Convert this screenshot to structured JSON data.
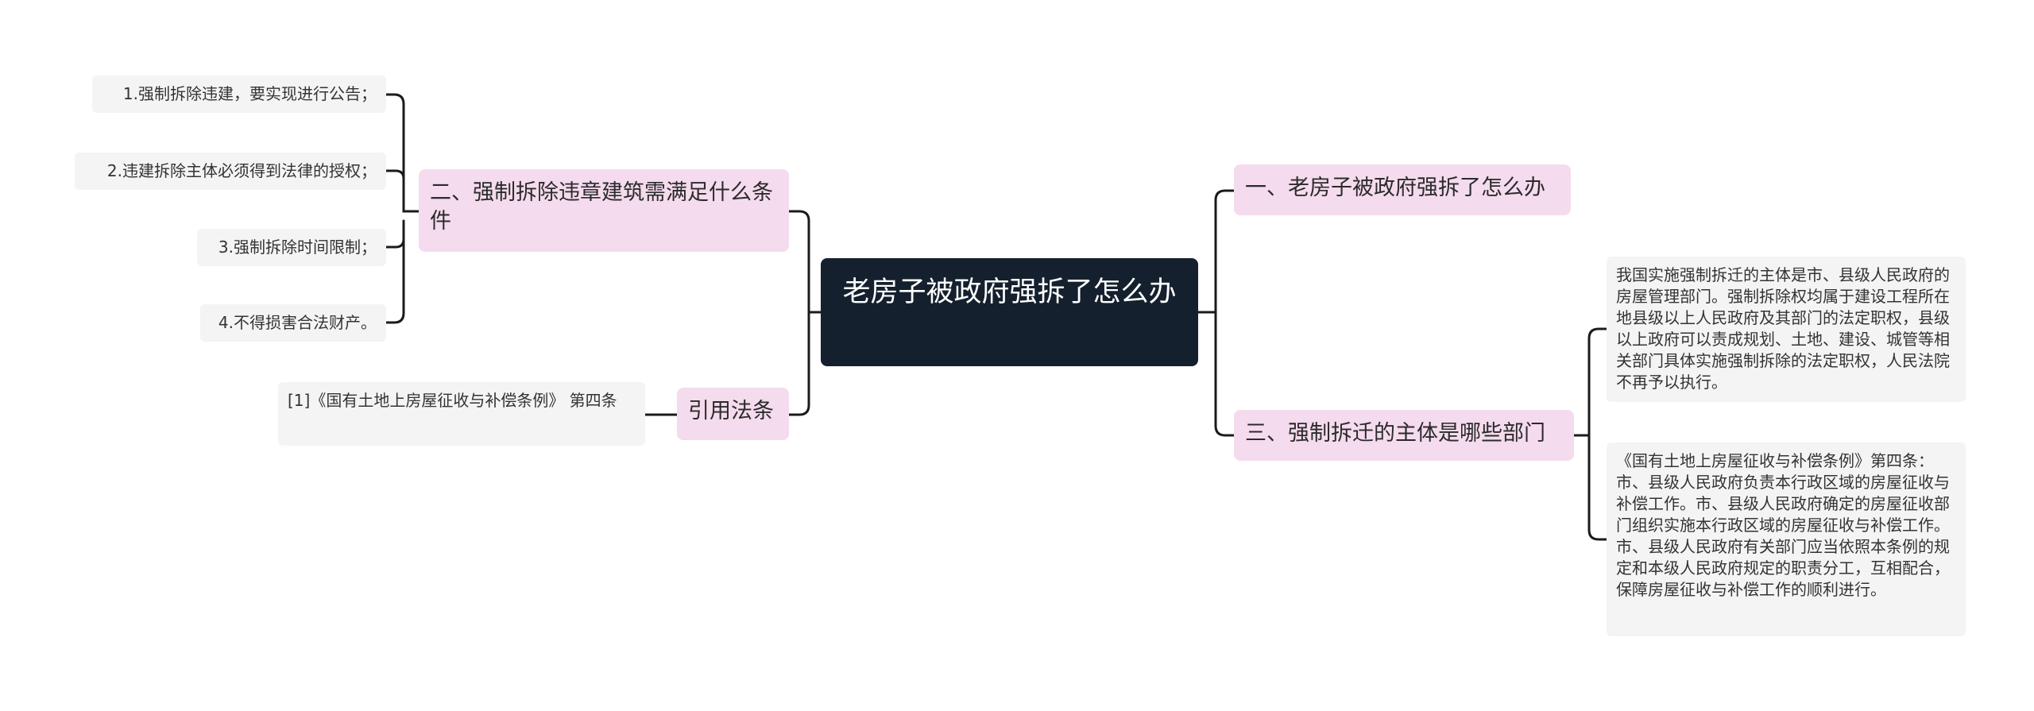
{
  "mindmap": {
    "root": "老房子被政府强拆了怎么办",
    "branch_1": "一、老房子被政府强拆了怎么办",
    "branch_2": {
      "label": "二、强制拆除违章建筑需满足什么条件",
      "items": [
        "1.强制拆除违建，要实现进行公告；",
        "2.违建拆除主体必须得到法律的授权；",
        "3.强制拆除时间限制；",
        "4.不得损害合法财产。"
      ]
    },
    "branch_3": {
      "label": "三、强制拆迁的主体是哪些部门",
      "items": [
        "我国实施强制拆迁的主体是市、县级人民政府的房屋管理部门。强制拆除权均属于建设工程所在地县级以上人民政府及其部门的法定职权，县级以上政府可以责成规划、土地、建设、城管等相关部门具体实施强制拆除的法定职权，人民法院不再予以执行。",
        "《国有土地上房屋征收与补偿条例》第四条：市、县级人民政府负责本行政区域的房屋征收与补偿工作。市、县级人民政府确定的房屋征收部门组织实施本行政区域的房屋征收与补偿工作。市、县级人民政府有关部门应当依照本条例的规定和本级人民政府规定的职责分工，互相配合，保障房屋征收与补偿工作的顺利进行。"
      ]
    },
    "branch_4": {
      "label": "引用法条",
      "items": [
        "[1]《国有土地上房屋征收与补偿条例》 第四条"
      ]
    }
  },
  "colors": {
    "root_bg": "#15202e",
    "branch_bg": "#f5dbee",
    "leaf_bg": "#f4f4f4",
    "connector": "#1b1b1b"
  }
}
